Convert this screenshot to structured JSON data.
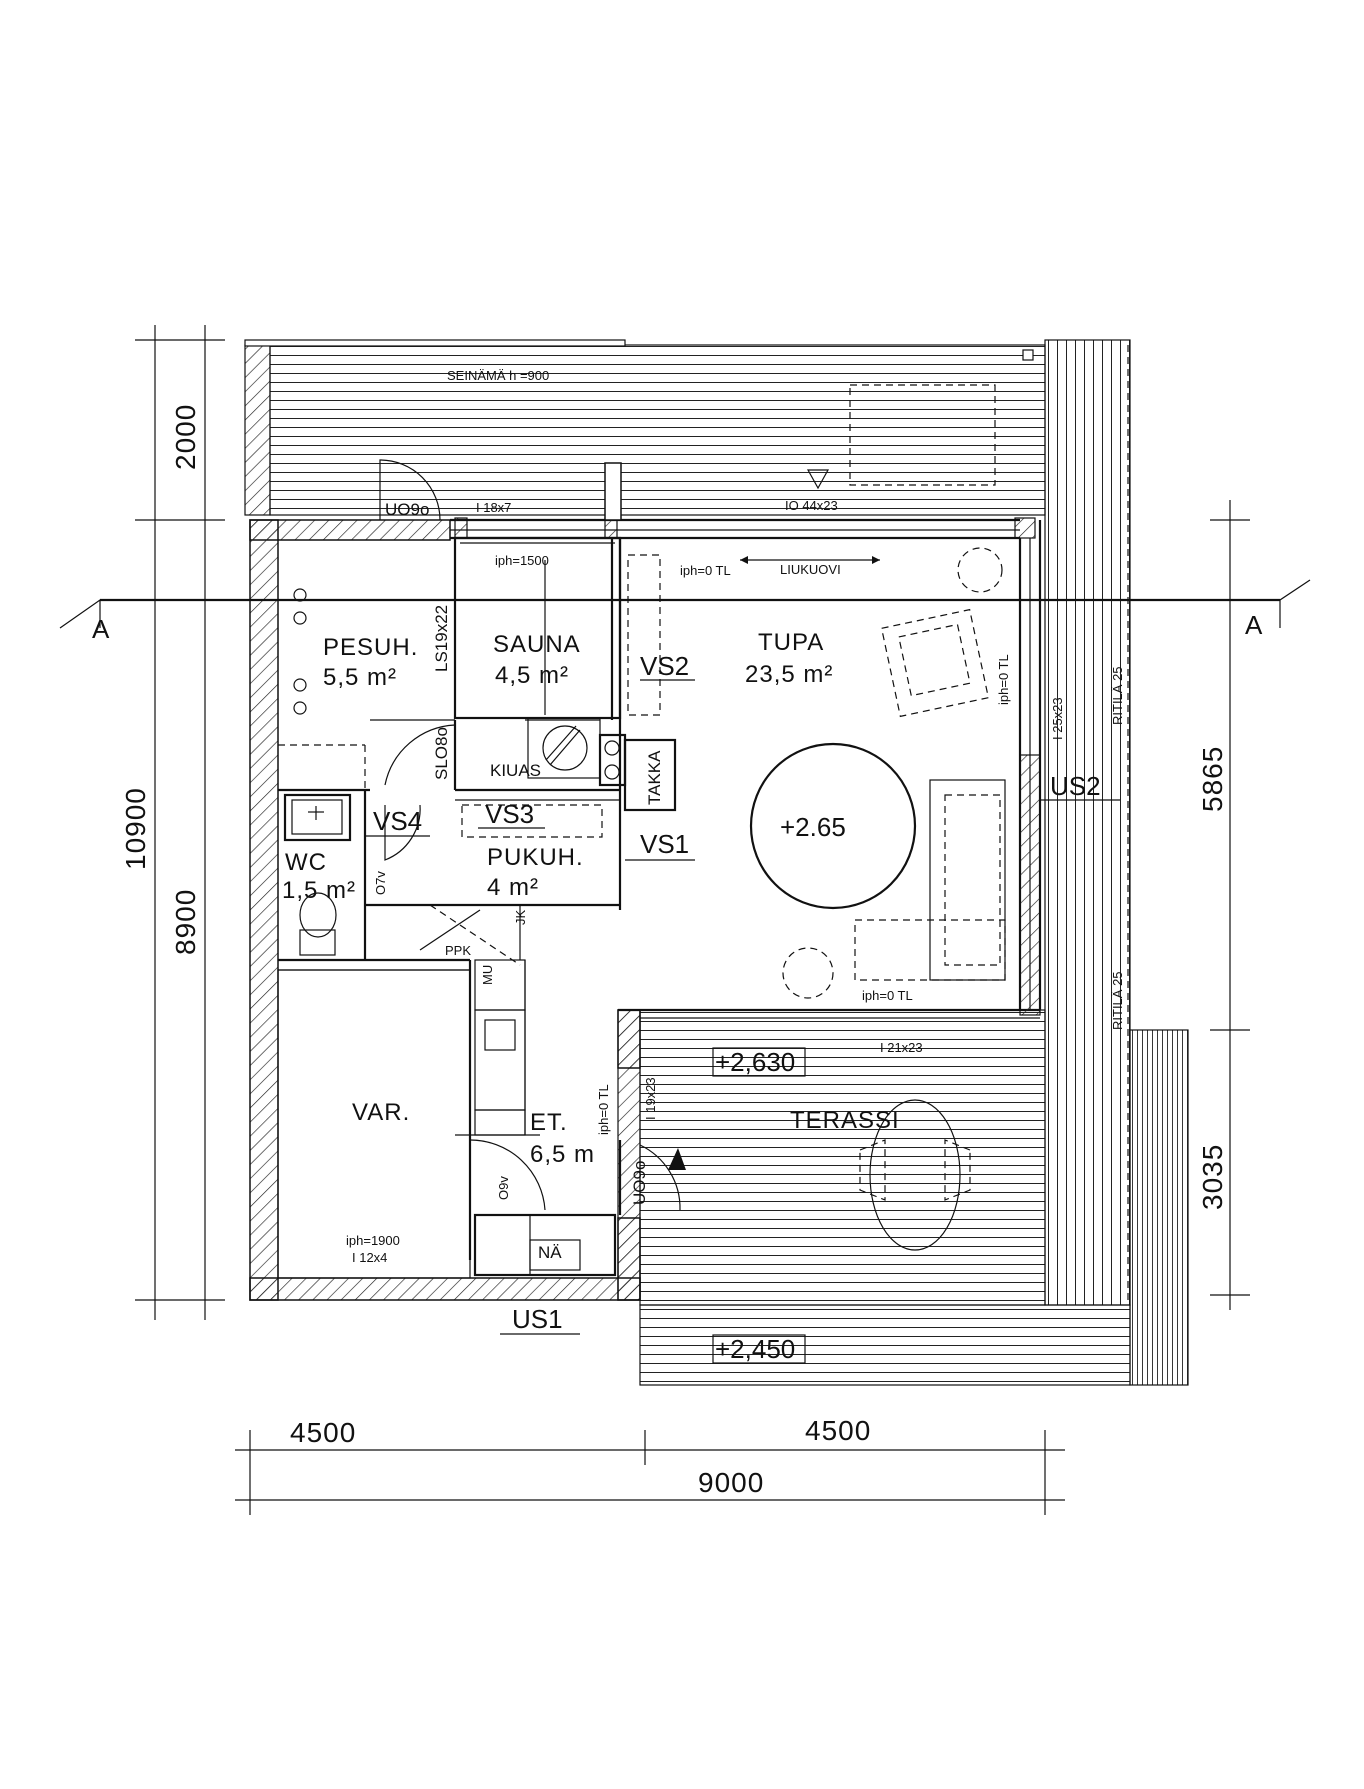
{
  "plan": {
    "rooms": {
      "pesuh_name": "PESUH.",
      "pesuh_area": "5,5 m²",
      "sauna_name": "SAUNA",
      "sauna_area": "4,5 m²",
      "tupa_name": "TUPA",
      "tupa_area": "23,5 m²",
      "wc_name": "WC",
      "wc_area": "1,5 m²",
      "pukuh_name": "PUKUH.",
      "pukuh_area": "4 m²",
      "var_name": "VAR.",
      "et_name": "ET.",
      "et_area": "6,5 m",
      "terassi_name": "TERASSI"
    },
    "wall_tags": {
      "vs1": "VS1",
      "vs2": "VS2",
      "vs3": "VS3",
      "vs4": "VS4",
      "us1": "US1",
      "us2": "US2"
    },
    "notes": {
      "seinama": "SEINÄMÄ h =900",
      "u09o_top": "UO9o",
      "i18x7": "I 18x7",
      "io44x23": "IO 44x23",
      "iph1500": "iph=1500",
      "iph0_tl_top": "iph=0  TL",
      "liukuovi": "LIUKUOVI",
      "ls19x22": "LS19x22",
      "slo8o": "SLO8o",
      "kiuas": "KIUAS",
      "takka": "TAKKA",
      "iph0_tl_right": "iph=0  TL",
      "i25x23": "I 25x23",
      "ritila_top": "RITILÄ 25",
      "ritila_bottom": "RITILÄ 25",
      "o7v": "O7v",
      "ppk": "PPK",
      "jk": "JK",
      "mu": "MU",
      "iph0_tl_bottom": "iph=0  TL",
      "i21x23": "I 21x23",
      "iph0_tl_et": "iph=0  TL",
      "i19x23": "I 19x23",
      "o9v": "O9v",
      "u09o_bottom": "UO9o",
      "iph1900": "iph=1900",
      "i12x4": "I 12x4",
      "na": "NÄ"
    },
    "elevations": {
      "tupa": "+2.65",
      "terrace_upper": "+2,630",
      "terrace_lower": "+2,450"
    },
    "section": {
      "left": "A",
      "right": "A"
    },
    "dimensions": {
      "left_outer": "10900",
      "left_top": "2000",
      "left_main": "8900",
      "right_top": "5865",
      "right_bottom": "3035",
      "bottom_left": "4500",
      "bottom_right": "4500",
      "bottom_total": "9000"
    }
  }
}
